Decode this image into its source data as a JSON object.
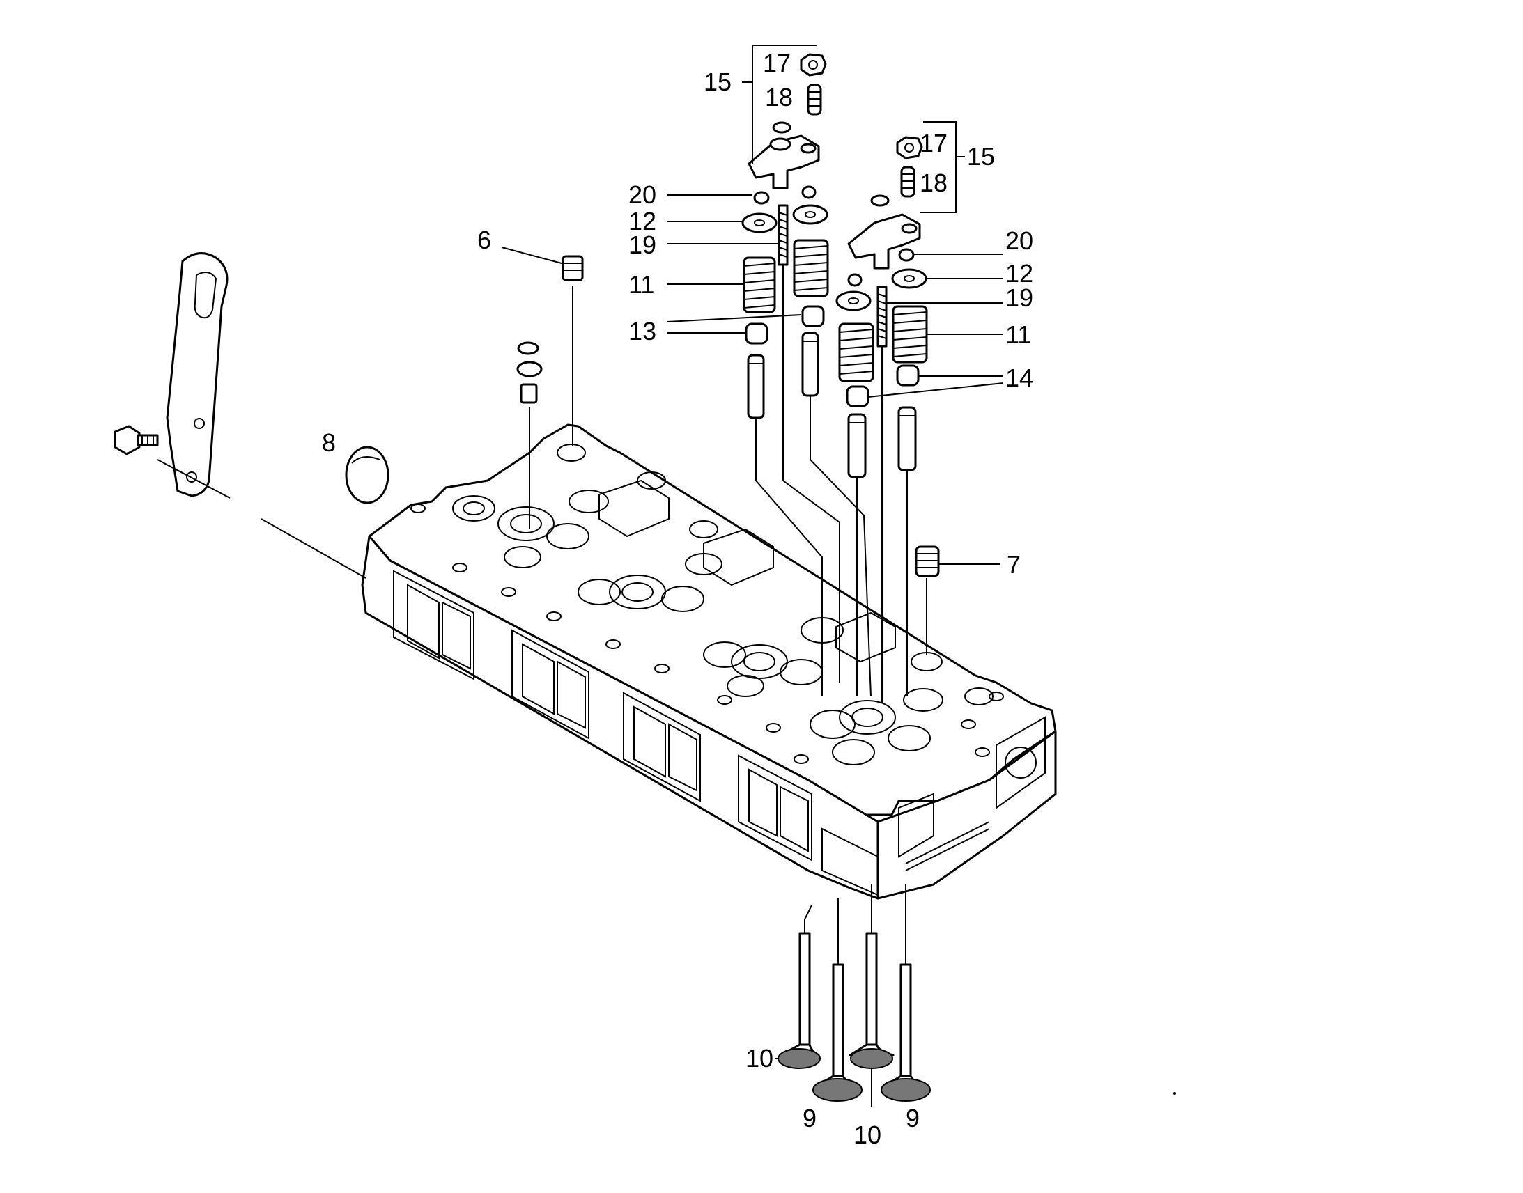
{
  "diagram": {
    "callouts": [
      {
        "id": "c17a",
        "text": "17"
      },
      {
        "id": "c15a",
        "text": "15"
      },
      {
        "id": "c18a",
        "text": "18"
      },
      {
        "id": "c17b",
        "text": "17"
      },
      {
        "id": "c15b",
        "text": "15"
      },
      {
        "id": "c18b",
        "text": "18"
      },
      {
        "id": "c20a",
        "text": "20"
      },
      {
        "id": "c12a",
        "text": "12"
      },
      {
        "id": "c19a",
        "text": "19"
      },
      {
        "id": "c6",
        "text": "6"
      },
      {
        "id": "c20b",
        "text": "20"
      },
      {
        "id": "c12b",
        "text": "12"
      },
      {
        "id": "c11a",
        "text": "11"
      },
      {
        "id": "c19b",
        "text": "19"
      },
      {
        "id": "c13",
        "text": "13"
      },
      {
        "id": "c11b",
        "text": "11"
      },
      {
        "id": "c14",
        "text": "14"
      },
      {
        "id": "c8",
        "text": "8"
      },
      {
        "id": "c7",
        "text": "7"
      },
      {
        "id": "c10a",
        "text": "10"
      },
      {
        "id": "c9a",
        "text": "9"
      },
      {
        "id": "c10b",
        "text": "10"
      },
      {
        "id": "c9b",
        "text": "9"
      }
    ]
  }
}
